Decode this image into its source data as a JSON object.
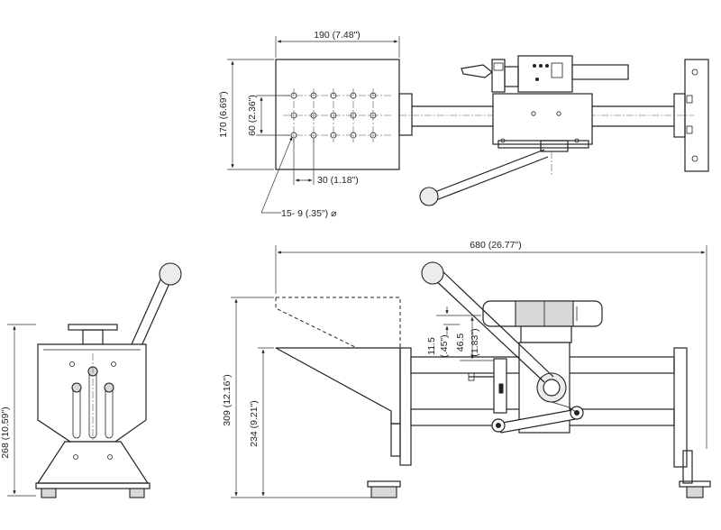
{
  "dimensions": {
    "top_width": "190 (7.48\")",
    "top_height": "170 (6.69\")",
    "hole_spacing_v": "60 (2.36\")",
    "hole_spacing_h": "30 (1.18\")",
    "hole_spec": "15- 9 (.35\") ⌀",
    "overall_length": "680 (26.77\")",
    "side_height": "268 (10.59\")",
    "front_height": "309 (12.16\")",
    "table_height": "234 (9.21\")",
    "travel_small": "11.5",
    "travel_small_in": "(.45\")",
    "travel_large": "46.5",
    "travel_large_in": "(1.83\")"
  },
  "colors": {
    "line": "#222222",
    "shade": "#d8d8d8"
  }
}
